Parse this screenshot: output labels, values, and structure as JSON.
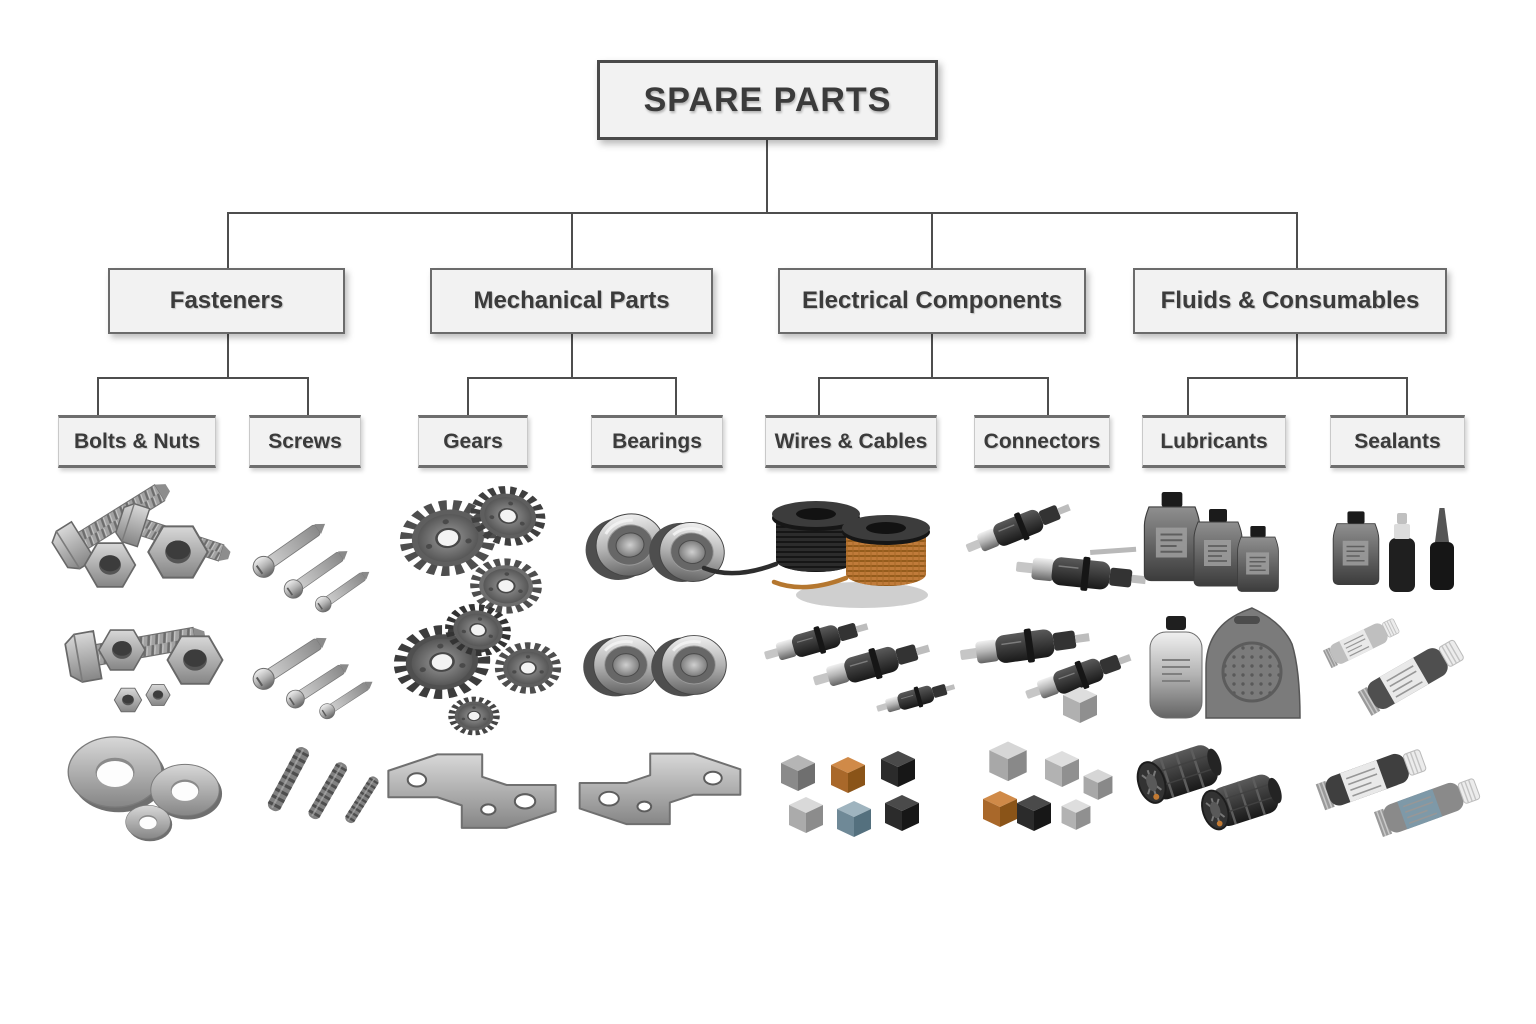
{
  "tree": {
    "root": "SPARE PARTS",
    "categories": [
      {
        "label": "Fasteners",
        "subcategories": [
          {
            "label": "Bolts & Nuts",
            "photos": [
              "hex-bolts-and-nuts",
              "bolt-nut-assembly",
              "flat-washers"
            ]
          },
          {
            "label": "Screws",
            "photos": [
              "round-head-screws",
              "round-head-screws",
              "lag-screws"
            ]
          }
        ]
      },
      {
        "label": "Mechanical Parts",
        "subcategories": [
          {
            "label": "Gears",
            "photos": [
              "gear-cluster",
              "gear-cluster",
              "metal-bracket"
            ]
          },
          {
            "label": "Bearings",
            "photos": [
              "ball-bearings-pair",
              "ball-bearings-pair",
              "metal-bracket"
            ]
          }
        ]
      },
      {
        "label": "Electrical Components",
        "subcategories": [
          {
            "label": "Wires & Cables",
            "photos": [
              "wire-spools-black-orange",
              "cable-connectors",
              "relay-fuse-boxes"
            ]
          },
          {
            "label": "Connectors",
            "photos": [
              "plug-connectors",
              "barrel-connectors",
              "connector-housings"
            ]
          }
        ]
      },
      {
        "label": "Fluids & Consumables",
        "subcategories": [
          {
            "label": "Lubricants",
            "photos": [
              "oil-bottles-trio",
              "flask-and-jug",
              "oil-filters"
            ]
          },
          {
            "label": "Sealants",
            "photos": [
              "bottle-spray-applicator",
              "sealant-tubes",
              "squeeze-tubes"
            ]
          }
        ]
      }
    ]
  },
  "colors": {
    "background": "#ffffff",
    "box_fill": "#f2f2f2",
    "box_border": "#6b6b6b",
    "root_border": "#4a4a4a",
    "line": "#4e4e4e",
    "text": "#3b3b3b",
    "steel": "#9a9a9a",
    "dark_metal": "#2d2d2d",
    "accent_orange": "#c07b3a",
    "accent_blue": "#7e99a8"
  }
}
